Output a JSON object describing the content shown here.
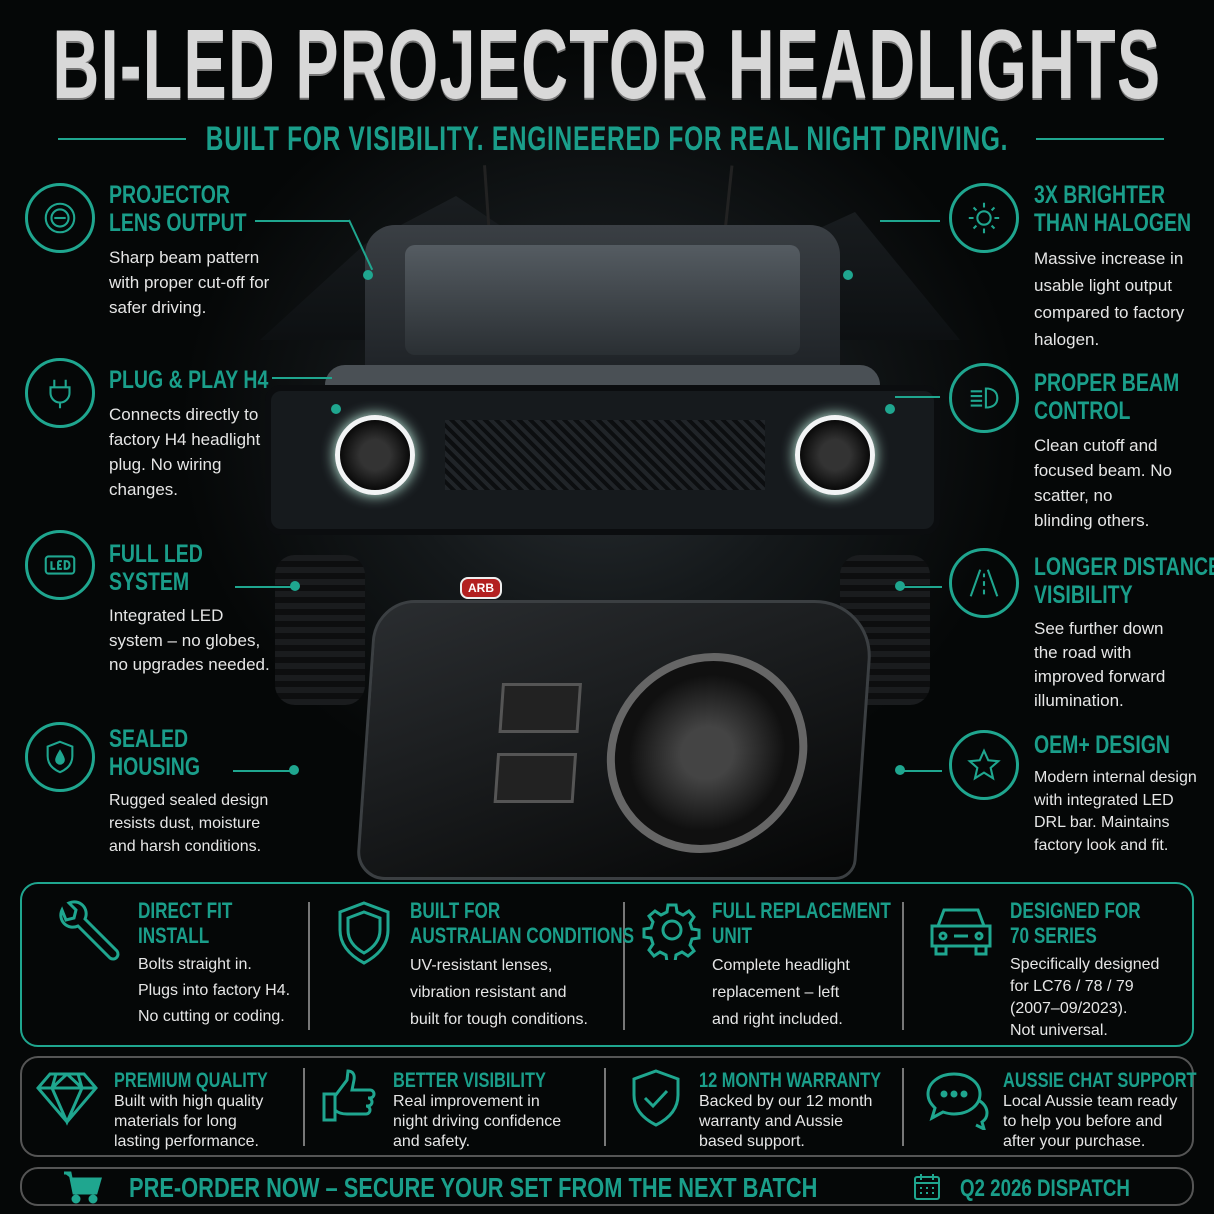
{
  "header": {
    "title": "BI-LED PROJECTOR HEADLIGHTS",
    "subtitle": "BUILT FOR VISIBILITY. ENGINEERED FOR REAL NIGHT DRIVING."
  },
  "colors": {
    "accent": "#1a9e8a",
    "background": "#050707"
  },
  "left_features": [
    {
      "icon": "lens-icon",
      "title": "PROJECTOR\nLENS OUTPUT",
      "title1": "PROJECTOR",
      "title2": "LENS OUTPUT",
      "body": "Sharp beam pattern with proper cut-off for safer driving."
    },
    {
      "icon": "plug-icon",
      "title1": "PLUG & PLAY H4",
      "title2": "",
      "body": "Connects directly to factory H4 headlight plug. No wiring changes."
    },
    {
      "icon": "led-icon",
      "title1": "FULL LED",
      "title2": "SYSTEM",
      "body": "Integrated LED system – no globes, no upgrades needed."
    },
    {
      "icon": "shield-drop-icon",
      "title1": "SEALED",
      "title2": "HOUSING",
      "body": "Rugged sealed design resists dust, moisture and harsh conditions."
    }
  ],
  "right_features": [
    {
      "icon": "sun-icon",
      "title1": "3X BRIGHTER",
      "title2": "THAN HALOGEN",
      "body": "Massive increase in usable light output compared to factory halogen."
    },
    {
      "icon": "low-beam-icon",
      "title1": "PROPER BEAM",
      "title2": "CONTROL",
      "body": "Clean cutoff and focused beam. No scatter, no blinding others."
    },
    {
      "icon": "road-icon",
      "title1": "LONGER DISTANCE",
      "title2": "VISIBILITY",
      "body": "See further down the road with improved forward illumination."
    },
    {
      "icon": "star-icon",
      "title1": "OEM+ DESIGN",
      "title2": "",
      "body": "Modern internal design with integrated LED DRL bar. Maintains factory look and fit."
    }
  ],
  "product": {
    "badge": "ARB"
  },
  "benefits": [
    {
      "icon": "wrench-icon",
      "title1": "DIRECT FIT",
      "title2": "INSTALL",
      "lines": [
        "Bolts straight in.",
        "Plugs into factory H4.",
        "No cutting or coding."
      ]
    },
    {
      "icon": "shield-icon",
      "title1": "BUILT FOR",
      "title2": "AUSTRALIAN CONDITIONS",
      "lines": [
        "UV-resistant lenses,",
        "vibration resistant and",
        "built for tough conditions."
      ]
    },
    {
      "icon": "gear-icon",
      "title1": "FULL REPLACEMENT",
      "title2": "UNIT",
      "lines": [
        "Complete headlight",
        "replacement – left",
        "and right included."
      ]
    },
    {
      "icon": "car-icon",
      "title1": "DESIGNED FOR",
      "title2": "70 SERIES",
      "lines": [
        "Specifically designed",
        "for LC76 / 78 / 79",
        "(2007–09/2023).",
        "Not universal."
      ]
    }
  ],
  "assurances": [
    {
      "icon": "diamond-icon",
      "title": "PREMIUM QUALITY",
      "lines": [
        "Built with high quality",
        "materials for long",
        "lasting performance."
      ]
    },
    {
      "icon": "thumbs-up-icon",
      "title": "BETTER VISIBILITY",
      "lines": [
        "Real improvement in",
        "night driving confidence",
        "and safety."
      ]
    },
    {
      "icon": "shield-check-icon",
      "title": "12 MONTH WARRANTY",
      "lines": [
        "Backed by our 12 month",
        "warranty and Aussie",
        "based support."
      ]
    },
    {
      "icon": "chat-icon",
      "title": "AUSSIE CHAT SUPPORT",
      "lines": [
        "Local Aussie team ready",
        "to help you before and",
        "after your purchase."
      ]
    }
  ],
  "cta": {
    "icon": "cart-icon",
    "text": "PRE-ORDER NOW – SECURE YOUR SET FROM THE NEXT BATCH",
    "dispatch_icon": "calendar-icon",
    "dispatch": "Q2 2026 DISPATCH"
  }
}
